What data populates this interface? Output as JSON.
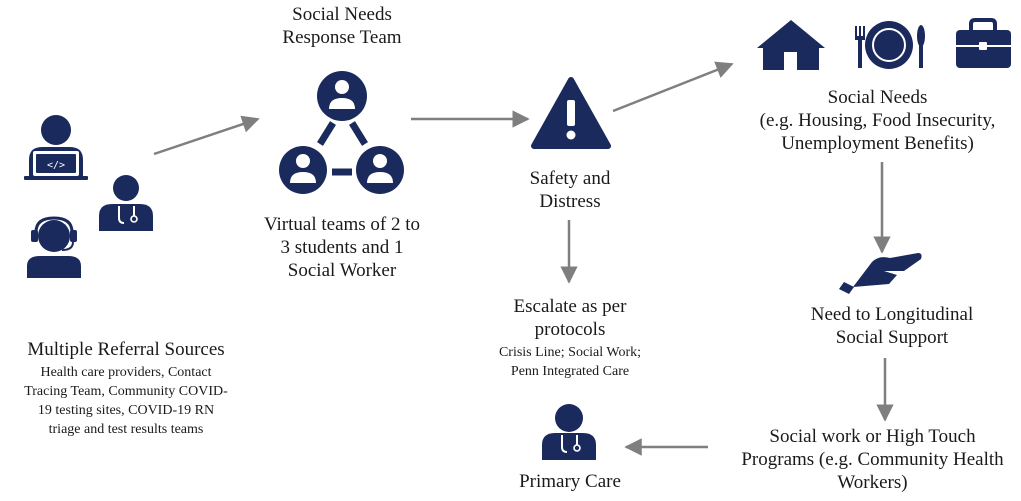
{
  "colors": {
    "icon": "#1b2a5c",
    "arrow": "#7f7f7f"
  },
  "icons": {
    "referral": [
      "computer-user-icon",
      "doctor-icon",
      "call-center-agent-icon"
    ],
    "team": "team-network-icon",
    "safety": "warning-triangle-icon",
    "social": [
      "house-icon",
      "plate-cutlery-icon",
      "briefcase-icon"
    ],
    "support": "helping-hand-icon",
    "primary": "doctor-icon"
  },
  "nodes": {
    "referral": {
      "title": "Multiple Referral Sources",
      "detail": [
        "Health care providers, Contact",
        "Tracing Team, Community COVID-",
        "19 testing sites, COVID-19 RN",
        "triage and test results teams"
      ]
    },
    "team": {
      "title": [
        "Social Needs",
        "Response Team"
      ],
      "caption": [
        "Virtual teams of 2 to",
        "3 students and 1",
        "Social Worker"
      ]
    },
    "safety": {
      "label": [
        "Safety and",
        "Distress"
      ]
    },
    "escalate": {
      "title": [
        "Escalate as per",
        "protocols"
      ],
      "detail": [
        "Crisis Line; Social Work;",
        "Penn Integrated Care"
      ]
    },
    "primary": {
      "label": "Primary Care"
    },
    "social_needs": {
      "label": [
        "Social Needs",
        "(e.g. Housing, Food Insecurity,",
        "Unemployment Benefits)"
      ]
    },
    "longitudinal": {
      "label": [
        "Need to Longitudinal",
        "Social Support"
      ]
    },
    "programs": {
      "label": [
        "Social work or High Touch",
        "Programs (e.g. Community Health",
        "Workers)"
      ]
    }
  }
}
